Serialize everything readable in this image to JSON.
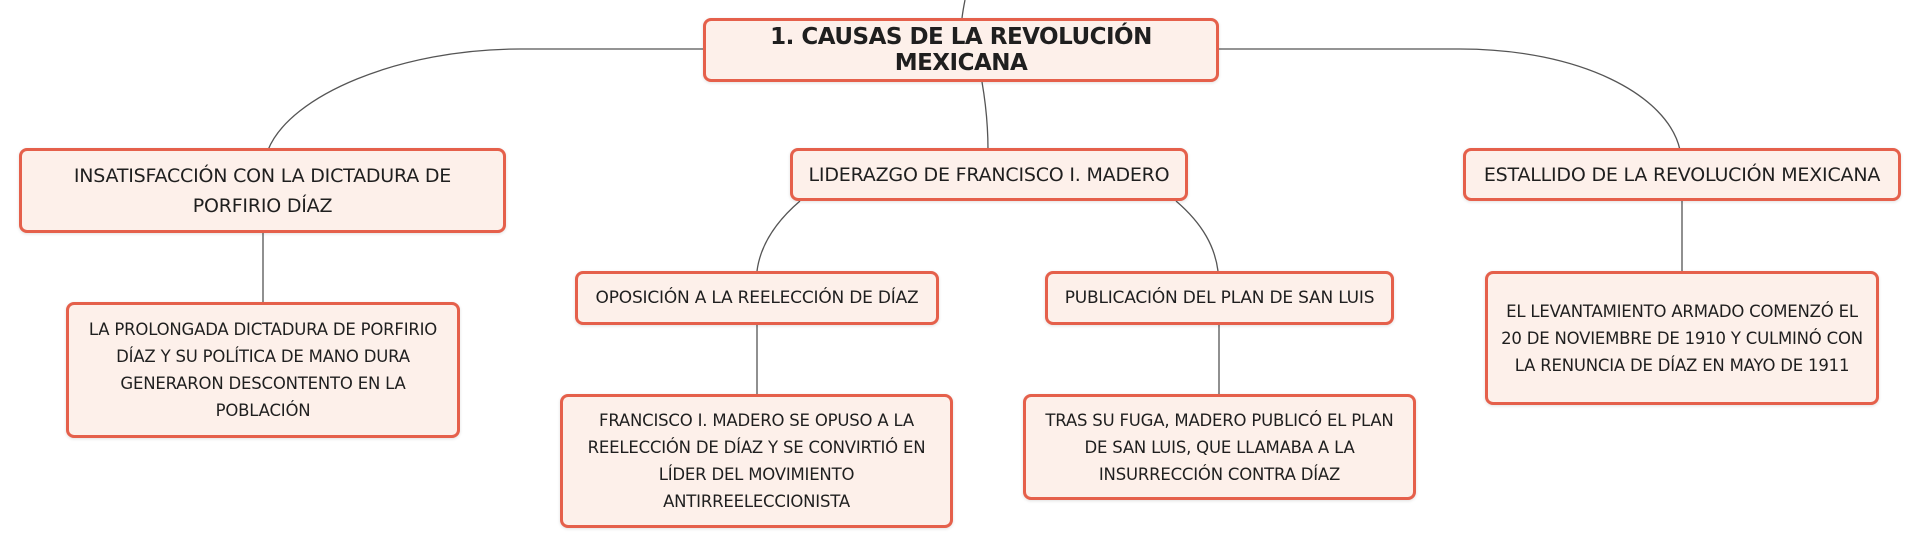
{
  "colors": {
    "node_border": "#e5604b",
    "node_fill": "#fdf0ea",
    "connector": "#555555",
    "text": "#1f1f1f"
  },
  "root": {
    "label": "1. CAUSAS DE LA REVOLUCIÓN MEXICANA"
  },
  "branches": [
    {
      "label": "INSATISFACCIÓN CON LA DICTADURA DE PORFIRIO DÍAZ",
      "children": [
        {
          "label": "LA PROLONGADA DICTADURA DE PORFIRIO DÍAZ Y SU POLÍTICA DE MANO DURA GENERARON DESCONTENTO EN LA POBLACIÓN"
        }
      ]
    },
    {
      "label": "LIDERAZGO DE FRANCISCO I. MADERO",
      "children": [
        {
          "label": "OPOSICIÓN A LA REELECCIÓN DE DÍAZ",
          "children": [
            {
              "label": "FRANCISCO I. MADERO SE OPUSO A LA REELECCIÓN DE DÍAZ Y SE CONVIRTIÓ EN LÍDER DEL MOVIMIENTO ANTIRREELECCIONISTA"
            }
          ]
        },
        {
          "label": "PUBLICACIÓN DEL PLAN DE SAN LUIS",
          "children": [
            {
              "label": "TRAS SU FUGA, MADERO PUBLICÓ EL PLAN DE SAN LUIS, QUE LLAMABA A LA INSURRECCIÓN CONTRA DÍAZ"
            }
          ]
        }
      ]
    },
    {
      "label": "ESTALLIDO DE LA REVOLUCIÓN MEXICANA",
      "children": [
        {
          "label": "EL LEVANTAMIENTO ARMADO COMENZÓ EL 20 DE NOVIEMBRE DE 1910 Y CULMINÓ CON LA RENUNCIA DE DÍAZ EN MAYO DE 1911"
        }
      ]
    }
  ]
}
